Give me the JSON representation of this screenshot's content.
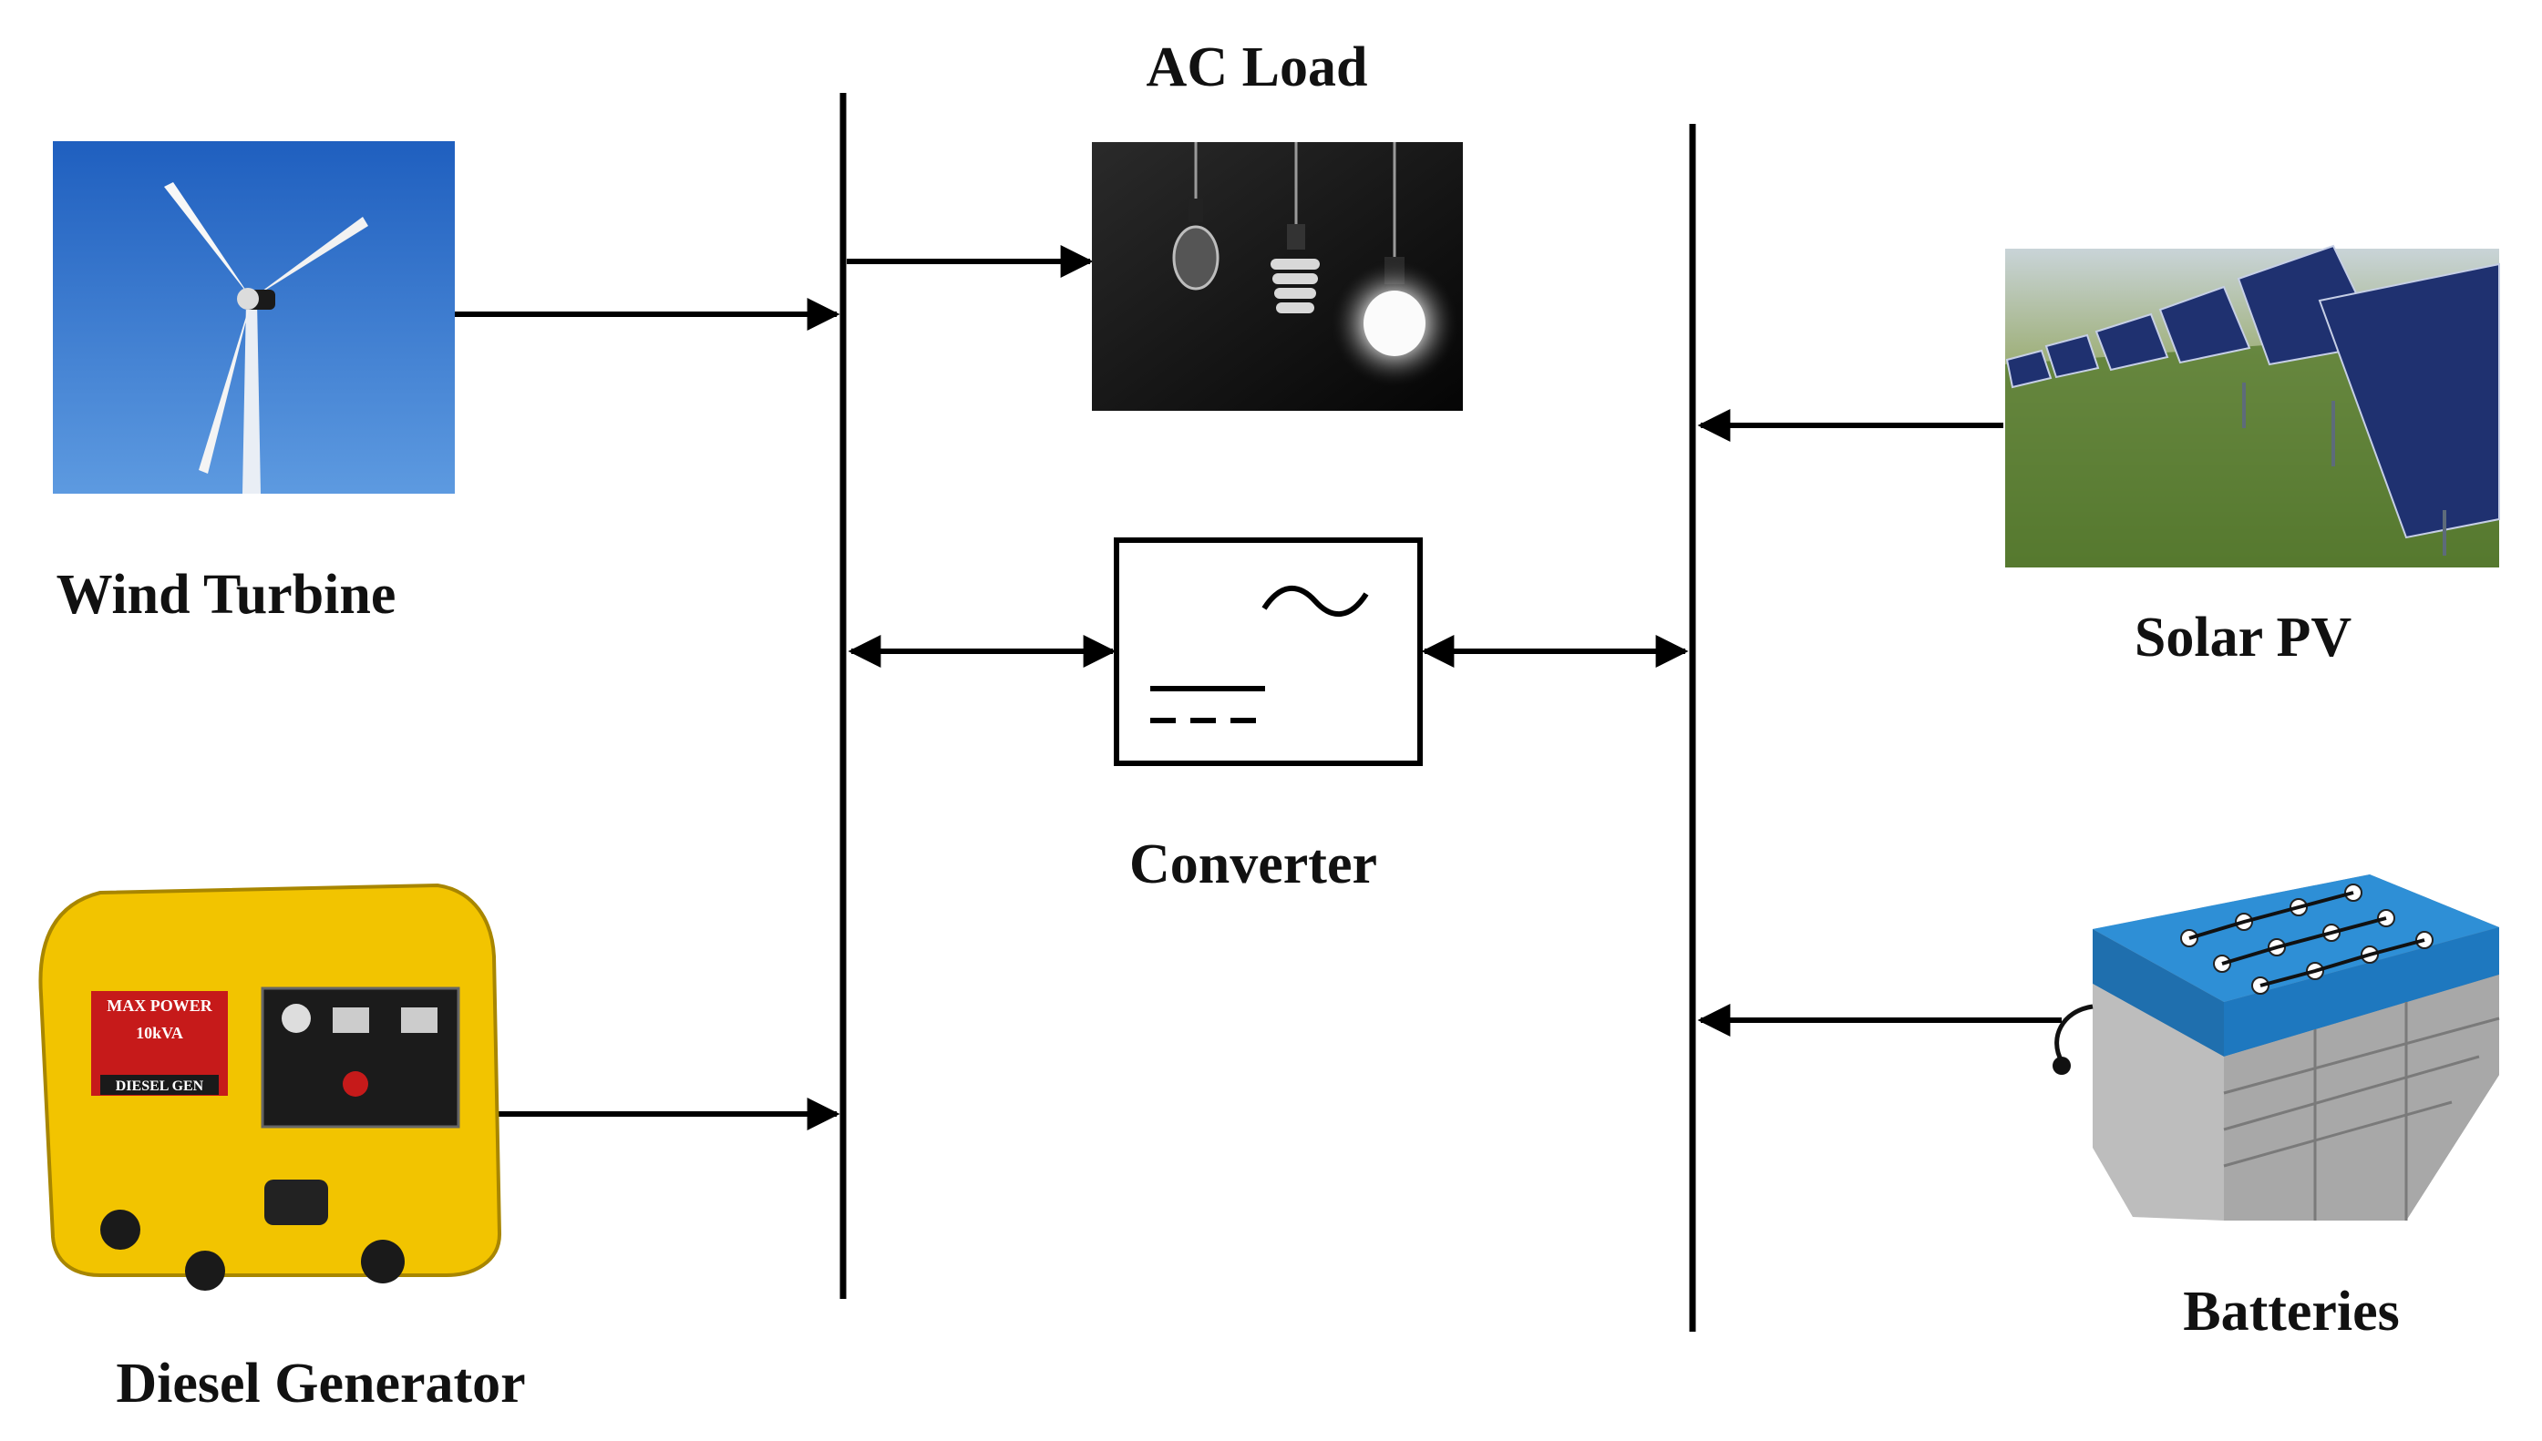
{
  "labels": {
    "ac_load": "AC Load",
    "wind_turbine": "Wind Turbine",
    "solar_pv": "Solar PV",
    "converter": "Converter",
    "diesel_generator": "Diesel Generator",
    "batteries": "Batteries"
  },
  "generator_panel_text": [
    "MAX POWER",
    "10kVA",
    "DIESEL GEN"
  ],
  "colors": {
    "line": "#000000",
    "sky": "#2f6fc8",
    "generator_yellow": "#f2c400",
    "panel_blue": "#1d2f6b",
    "battery_blue": "#2e8fd6",
    "grass": "#5a7a32"
  },
  "icons": [
    "wind-turbine-icon",
    "light-bulbs-icon",
    "solar-panel-icon",
    "diesel-generator-icon",
    "battery-bank-icon",
    "ac-dc-symbol-icon"
  ]
}
